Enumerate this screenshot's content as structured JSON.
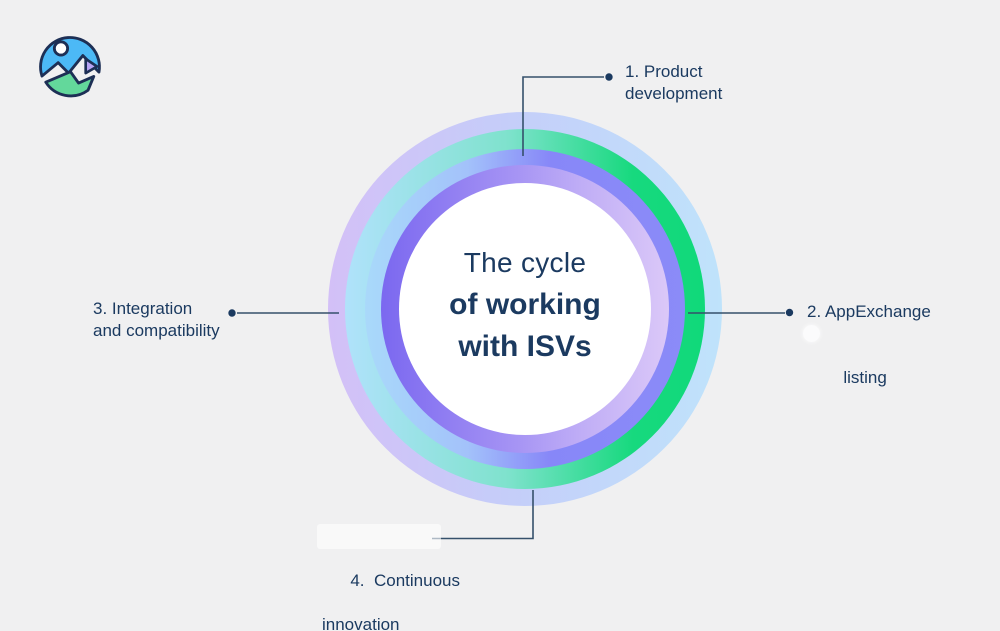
{
  "diagram": {
    "center_title": {
      "line1": "The cycle",
      "line2": "of working",
      "line3": "with ISVs"
    },
    "steps": [
      {
        "label_line1": "1. Product",
        "label_line2": "development"
      },
      {
        "label_line1": "2. AppExchange",
        "label_line2": "listing"
      },
      {
        "label_line1": "3. Integration",
        "label_line2": "and compatibility"
      },
      {
        "label_line1": "4.  Continuous",
        "label_line2": "innovation"
      }
    ],
    "colors": {
      "background": "#f0f0f1",
      "text_navy": "#1b3a60",
      "connector_line": "#35506b",
      "ring_outer_left": "#d3c0f7",
      "ring_outer_right": "#bfe3fb",
      "ring2_left": "#b0e2fb",
      "ring2_right": "#10d97a",
      "ring3_left": "#a9d9fa",
      "ring3_right": "#8b8bf8",
      "ring4_left": "#7b68f0",
      "ring4_right": "#dbc8f8",
      "logo_sky_blue": "#4cb9f6",
      "logo_green": "#63d89b",
      "logo_flag_purple": "#b7a3f4",
      "logo_outline_navy": "#1d2f55"
    }
  }
}
